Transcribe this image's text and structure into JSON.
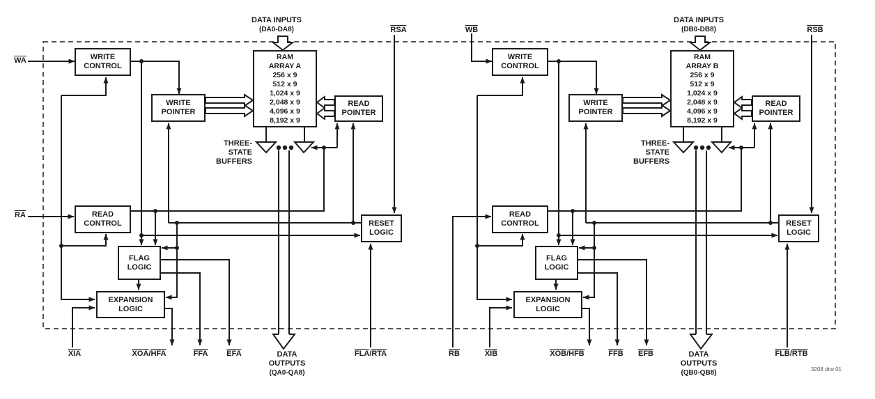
{
  "note": "3208 drw 01",
  "separator": "/",
  "halves": [
    {
      "write_enable": "WA",
      "read_enable": "RA",
      "reset_pin": "RSA",
      "data_inputs": [
        "DATA INPUTS",
        "(DA0-DA8)"
      ],
      "data_outputs": [
        "DATA",
        "OUTPUTS",
        "(QA0-QA8)"
      ],
      "boxes": {
        "write_control": [
          "WRITE",
          "CONTROL"
        ],
        "write_pointer": [
          "WRITE",
          "POINTER"
        ],
        "read_pointer": [
          "READ",
          "POINTER"
        ],
        "read_control": [
          "READ",
          "CONTROL"
        ],
        "flag_logic": [
          "FLAG",
          "LOGIC"
        ],
        "expansion_logic": [
          "EXPANSION",
          "LOGIC"
        ],
        "reset_logic": [
          "RESET",
          "LOGIC"
        ]
      },
      "ram": [
        "RAM",
        "ARRAY A"
      ],
      "ram_sizes": [
        "256 x 9",
        "512 x 9",
        "1,024 x 9",
        "2,048 x 9",
        "4,096 x 9",
        "8,192 x 9"
      ],
      "three_state": [
        "THREE-",
        "STATE",
        "BUFFERS"
      ],
      "expansion_in": "XIA",
      "expansion_out": "XOA",
      "half_full": "HFA",
      "full_flag": "FFA",
      "empty_flag": "EFA",
      "first_load": "FLA",
      "retransmit": "RTA"
    },
    {
      "write_enable": "WB",
      "read_enable": "RB",
      "reset_pin": "RSB",
      "data_inputs": [
        "DATA INPUTS",
        "(DB0-DB8)"
      ],
      "data_outputs": [
        "DATA",
        "OUTPUTS",
        "(QB0-QB8)"
      ],
      "boxes": {
        "write_control": [
          "WRITE",
          "CONTROL"
        ],
        "write_pointer": [
          "WRITE",
          "POINTER"
        ],
        "read_pointer": [
          "READ",
          "POINTER"
        ],
        "read_control": [
          "READ",
          "CONTROL"
        ],
        "flag_logic": [
          "FLAG",
          "LOGIC"
        ],
        "expansion_logic": [
          "EXPANSION",
          "LOGIC"
        ],
        "reset_logic": [
          "RESET",
          "LOGIC"
        ]
      },
      "ram": [
        "RAM",
        "ARRAY B"
      ],
      "ram_sizes": [
        "256 x 9",
        "512 x 9",
        "1,024 x 9",
        "2,048 x 9",
        "4,096 x 9",
        "8,192 x 9"
      ],
      "three_state": [
        "THREE-",
        "STATE",
        "BUFFERS"
      ],
      "expansion_in": "XIB",
      "expansion_out": "XOB",
      "half_full": "HFB",
      "full_flag": "FFB",
      "empty_flag": "EFB",
      "first_load": "FLB",
      "retransmit": "RTB"
    }
  ]
}
